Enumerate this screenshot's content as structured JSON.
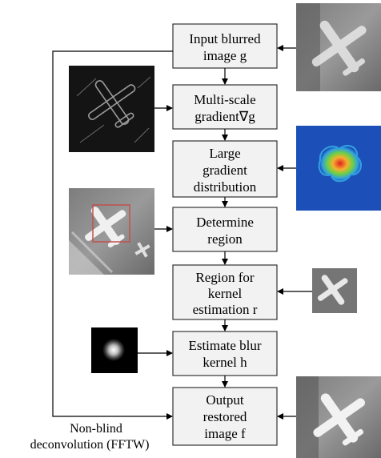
{
  "steps": [
    {
      "id": "input",
      "lines": [
        "Input blurred",
        "image g"
      ]
    },
    {
      "id": "gradient",
      "lines": [
        "Multi-scale",
        "gradient∇g"
      ]
    },
    {
      "id": "distribution",
      "lines": [
        "Large",
        "gradient",
        "distribution"
      ]
    },
    {
      "id": "region",
      "lines": [
        "Determine",
        "region"
      ]
    },
    {
      "id": "kernel-region",
      "lines": [
        "Region for",
        "kernel",
        "estimation r"
      ]
    },
    {
      "id": "estimate",
      "lines": [
        "Estimate blur",
        "kernel h"
      ]
    },
    {
      "id": "output",
      "lines": [
        "Output",
        "restored",
        "image f"
      ]
    }
  ],
  "side_label": [
    "Non-blind",
    "deconvolution (FFTW)"
  ],
  "images": {
    "input": "aerial-airplane-blurred",
    "gradient": "gradient-magnitude-map",
    "distribution": "gradient-heatmap",
    "region": "aerial-with-region-box",
    "kernel_region": "cropped-airplane-region",
    "kernel": "blur-kernel",
    "output": "aerial-airplane-restored"
  },
  "colors": {
    "box_fill": "#f2f2f2",
    "box_stroke": "#333333",
    "heatmap_bg": "#1d4fb8",
    "region_box": "#c0504d"
  }
}
